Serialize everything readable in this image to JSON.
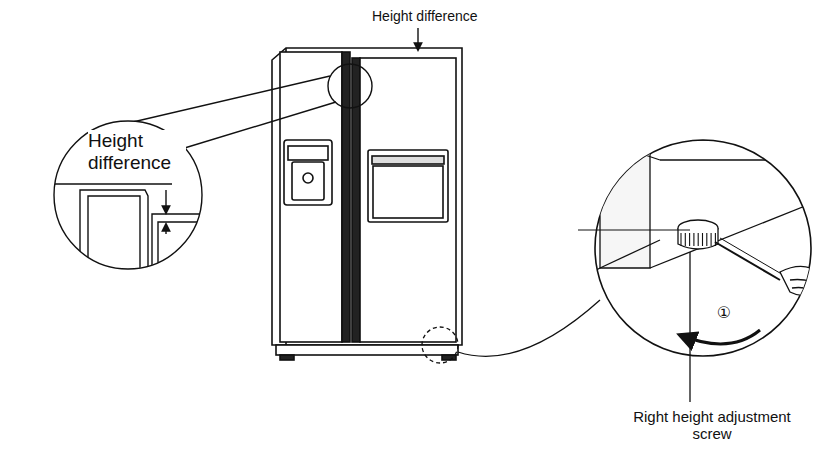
{
  "diagram": {
    "labels": [
      "Height difference",
      "Height difference",
      "①",
      "Right height adjustment screw"
    ]
  }
}
